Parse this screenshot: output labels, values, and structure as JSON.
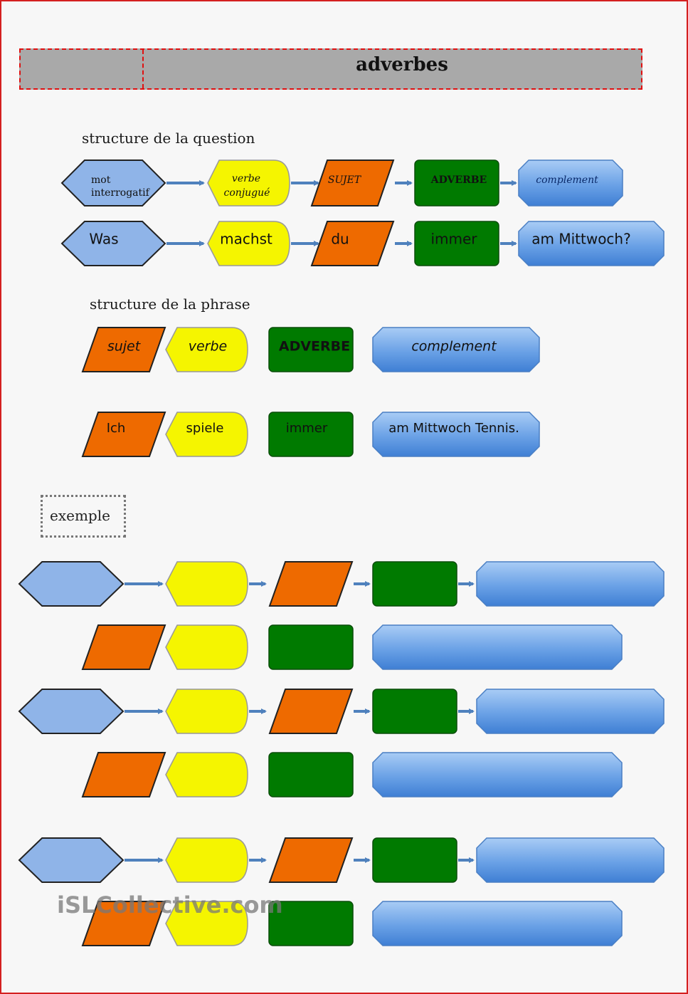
{
  "title": "adverbes",
  "headings": {
    "question": "structure de la question",
    "phrase": "structure de la phrase",
    "example": "exemple"
  },
  "question_structure": {
    "pattern": [
      "mot interrogatif",
      "verbe conjugué",
      "SUJET",
      "ADVERBE",
      "complement"
    ],
    "example": [
      "Was",
      "machst",
      "du",
      "immer",
      "am Mittwoch?"
    ]
  },
  "sentence_structure": {
    "pattern": [
      "sujet",
      "verbe",
      "ADVERBE",
      "complement"
    ],
    "example": [
      "Ich",
      "spiele",
      "immer",
      "am Mittwoch Tennis."
    ]
  },
  "colors": {
    "hexagon": "#8fb4e8",
    "verb": "#f5f500",
    "subject": "#ee6a00",
    "adverb": "#007a00",
    "complement": "#5b95e0",
    "arrow": "#4f81bd"
  },
  "watermark": "iSLCollective.com"
}
